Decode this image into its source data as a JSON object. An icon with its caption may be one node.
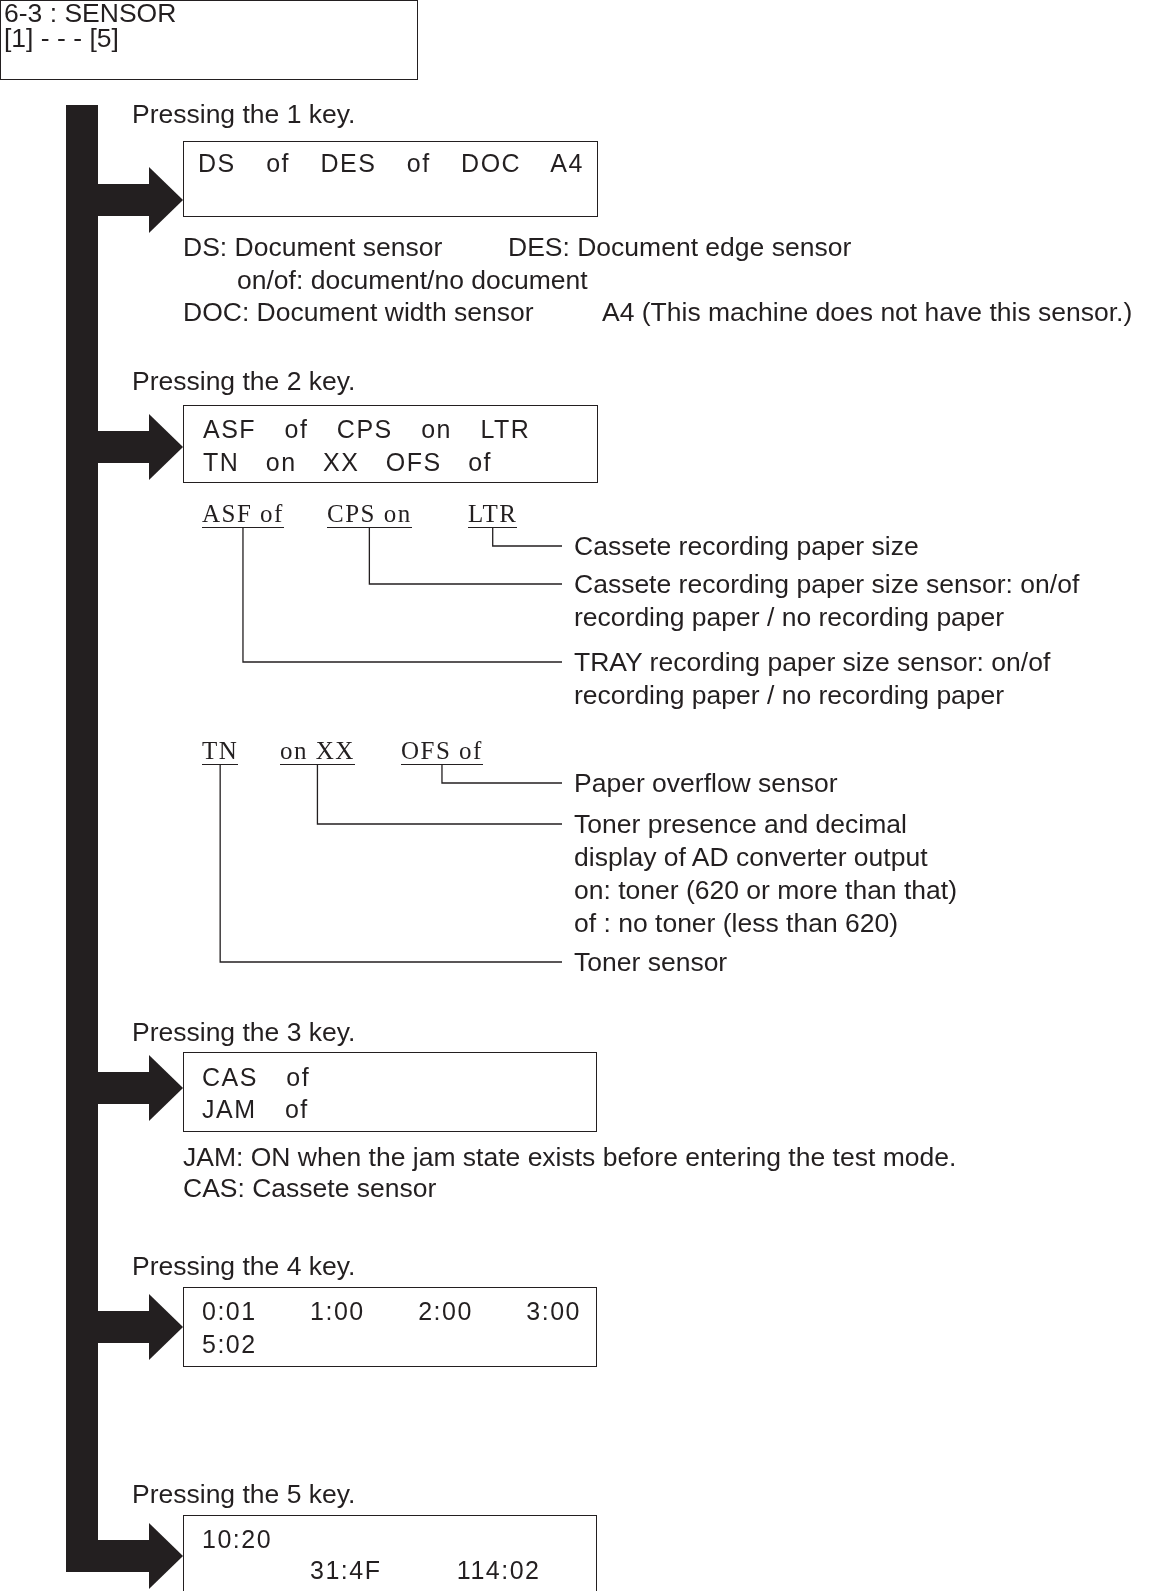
{
  "diagram": {
    "nodes": [
      {
        "text": [
          "6-3 : SENSOR",
          "[1] - - - [5]"
        ]
      },
      {
        "text": [
          "DS of DES of DOC A4"
        ]
      },
      {
        "text": [
          "ASF of CPS on LTR",
          "TN on XX OFS of"
        ]
      },
      {
        "text": [
          "ASF of"
        ]
      },
      {
        "text": [
          "CPS on"
        ]
      },
      {
        "text": [
          "LTR"
        ]
      },
      {
        "text": [
          "Cassete recording paper size"
        ]
      },
      {
        "text": [
          "Cassete recording paper size sensor: on/of recording paper / no recording paper"
        ]
      },
      {
        "text": [
          "TRAY recording paper size sensor: on/of recording paper / no recording paper"
        ]
      },
      {
        "text": [
          "TN"
        ]
      },
      {
        "text": [
          "on XX"
        ]
      },
      {
        "text": [
          "OFS of"
        ]
      },
      {
        "text": [
          "Paper overflow sensor"
        ]
      },
      {
        "text": [
          "Toner presence and decimal display of AD converter output",
          "on: toner (620 or more than that)",
          "of : no toner (less than 620)"
        ]
      },
      {
        "text": [
          "Toner sensor"
        ]
      },
      {
        "text": [
          "CAS of",
          "JAM of"
        ]
      },
      {
        "text": [
          "0:01 1:00 2:00 3:00",
          "5:02"
        ]
      },
      {
        "text": [
          "10:20",
          "31:4F 114:02"
        ]
      }
    ],
    "edges": [
      {
        "from": null,
        "to": 1,
        "arrow": "to",
        "style": "thick"
      },
      {
        "from": null,
        "to": 2,
        "arrow": "to",
        "style": "thick"
      },
      {
        "from": null,
        "to": 15,
        "arrow": "to",
        "style": "thick"
      },
      {
        "from": null,
        "to": 16,
        "arrow": "to",
        "style": "thick"
      },
      {
        "from": null,
        "to": 17,
        "arrow": "to",
        "style": "thick"
      },
      {
        "from": 6,
        "to": 5,
        "arrow": "none"
      },
      {
        "from": 7,
        "to": 4,
        "arrow": "none"
      },
      {
        "from": 8,
        "to": 3,
        "arrow": "none"
      },
      {
        "from": 12,
        "to": 11,
        "arrow": "none"
      },
      {
        "from": 13,
        "to": 10,
        "arrow": "none"
      },
      {
        "from": 14,
        "to": 9,
        "arrow": "none"
      }
    ],
    "labels": [
      "Pressing the 1 key.",
      "DS: Document sensor",
      "DES: Document edge sensor",
      "on/of: document/no document",
      "DOC: Document width sensor",
      "A4 (This machine does not have this sensor.)",
      "Pressing the 2 key.",
      "Pressing the 3 key.",
      "JAM: ON when the jam state exists before entering the test mode.",
      "CAS: Cassete sensor",
      "Pressing the 4 key.",
      "Pressing the 5 key."
    ]
  }
}
